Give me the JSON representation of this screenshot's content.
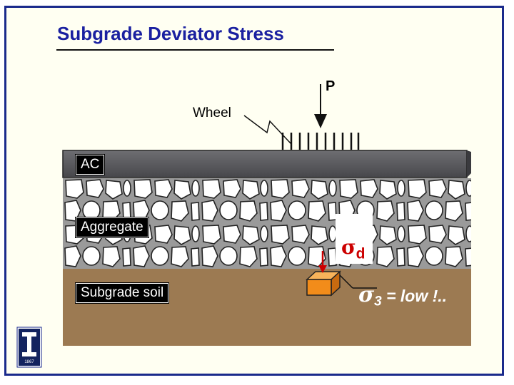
{
  "slide": {
    "title": "Subgrade Deviator Stress"
  },
  "diagram": {
    "load_label": "P",
    "wheel_label": "Wheel",
    "layers": {
      "ac": "AC",
      "aggregate": "Aggregate",
      "subgrade": "Subgrade soil"
    },
    "deviator_stress": {
      "symbol": "σ",
      "subscript": "d"
    },
    "confining_stress": {
      "symbol": "σ",
      "subscript": "3",
      "text": " = low !.."
    }
  },
  "logo": {
    "year": "1867"
  },
  "colors": {
    "title": "#1a20a0",
    "frame_border": "#1a2a8c",
    "ac_layer": "#5a5a5e",
    "subgrade_soil": "#9c7a52",
    "soil_element": "#f28c1a",
    "stress_arrow": "#cc0000"
  }
}
